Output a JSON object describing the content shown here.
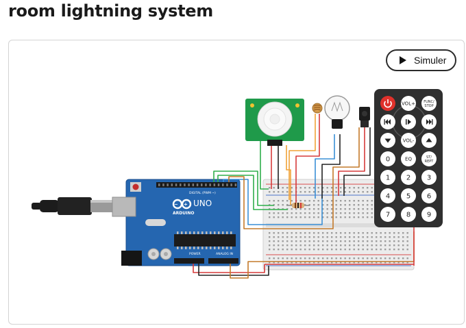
{
  "project": {
    "title": "room lightning system"
  },
  "toolbar": {
    "simulate_label": "Simuler"
  },
  "board": {
    "brand": "ARDUINO",
    "model": "UNO",
    "digital_label": "DIGITAL (PWM ~)",
    "power_label": "POWER",
    "analog_label": "ANALOG IN"
  },
  "remote": {
    "rows": [
      [
        "",
        "VOL+",
        "FUNC/STOP"
      ],
      [
        "",
        "",
        ""
      ],
      [
        "",
        "VOL-",
        ""
      ],
      [
        "0",
        "EQ",
        "ST/REPT"
      ],
      [
        "1",
        "2",
        "3"
      ],
      [
        "4",
        "5",
        "6"
      ],
      [
        "7",
        "8",
        "9"
      ]
    ]
  },
  "colors": {
    "board": "#2566b0",
    "remote": "#2f2f2f",
    "power_button": "#e0312b",
    "pir": "#1f9a4a"
  }
}
